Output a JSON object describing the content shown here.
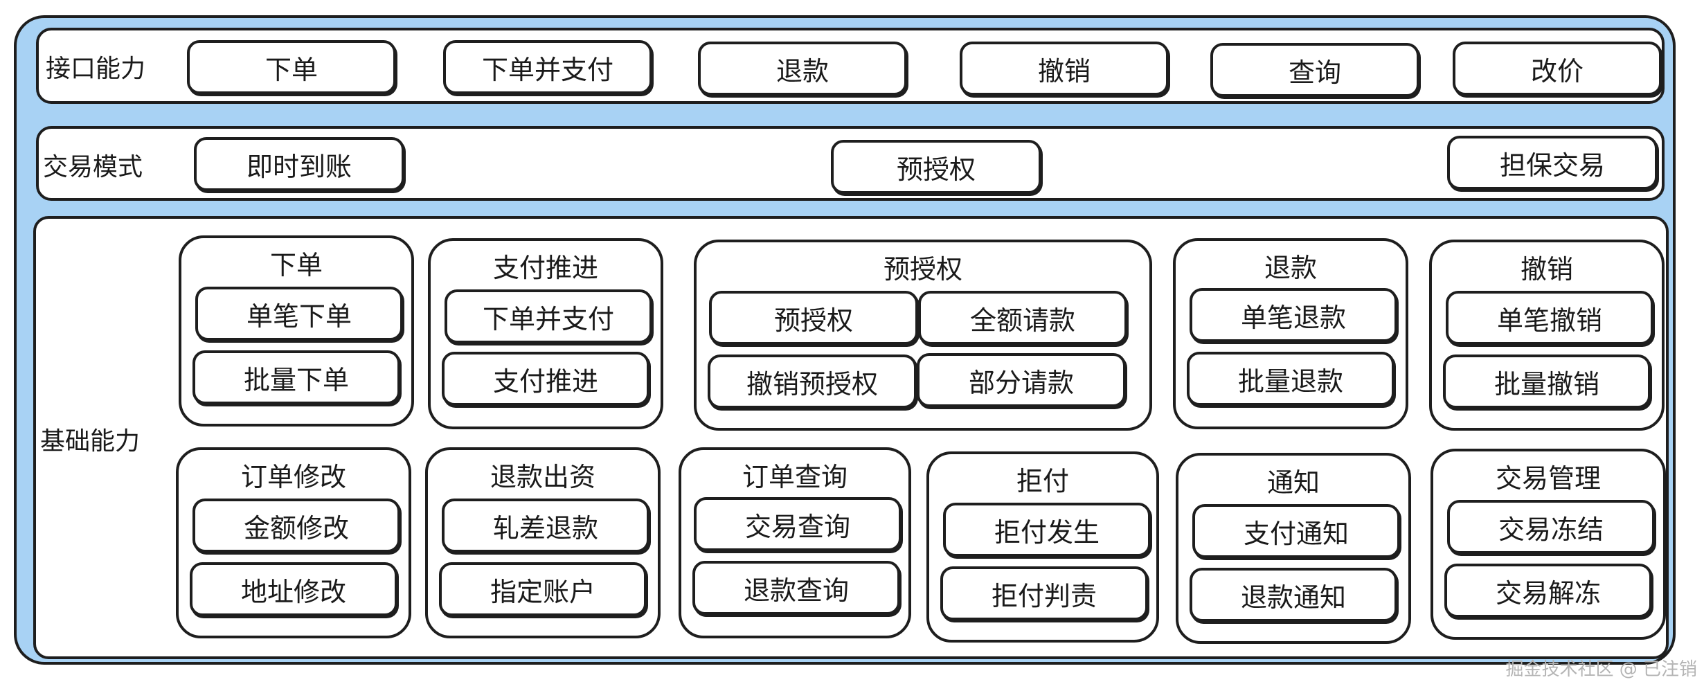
{
  "interface": {
    "label": "接口能力",
    "items": [
      "下单",
      "下单并支付",
      "退款",
      "撤销",
      "查询",
      "改价"
    ]
  },
  "trade": {
    "label": "交易模式",
    "items": [
      "即时到账",
      "预授权",
      "担保交易"
    ]
  },
  "base": {
    "label": "基础能力",
    "groups": [
      {
        "title": "下单",
        "items": [
          "单笔下单",
          "批量下单"
        ]
      },
      {
        "title": "支付推进",
        "items": [
          "下单并支付",
          "支付推进"
        ]
      },
      {
        "title": "预授权",
        "items": [
          "预授权",
          "全额请款",
          "撤销预授权",
          "部分请款"
        ]
      },
      {
        "title": "退款",
        "items": [
          "单笔退款",
          "批量退款"
        ]
      },
      {
        "title": "撤销",
        "items": [
          "单笔撤销",
          "批量撤销"
        ]
      },
      {
        "title": "订单修改",
        "items": [
          "金额修改",
          "地址修改"
        ]
      },
      {
        "title": "退款出资",
        "items": [
          "轧差退款",
          "指定账户"
        ]
      },
      {
        "title": "订单查询",
        "items": [
          "交易查询",
          "退款查询"
        ]
      },
      {
        "title": "拒付",
        "items": [
          "拒付发生",
          "拒付判责"
        ]
      },
      {
        "title": "通知",
        "items": [
          "支付通知",
          "退款通知"
        ]
      },
      {
        "title": "交易管理",
        "items": [
          "交易冻结",
          "交易解冻"
        ]
      }
    ]
  },
  "watermark": "掘金技术社区 @ 已注销"
}
